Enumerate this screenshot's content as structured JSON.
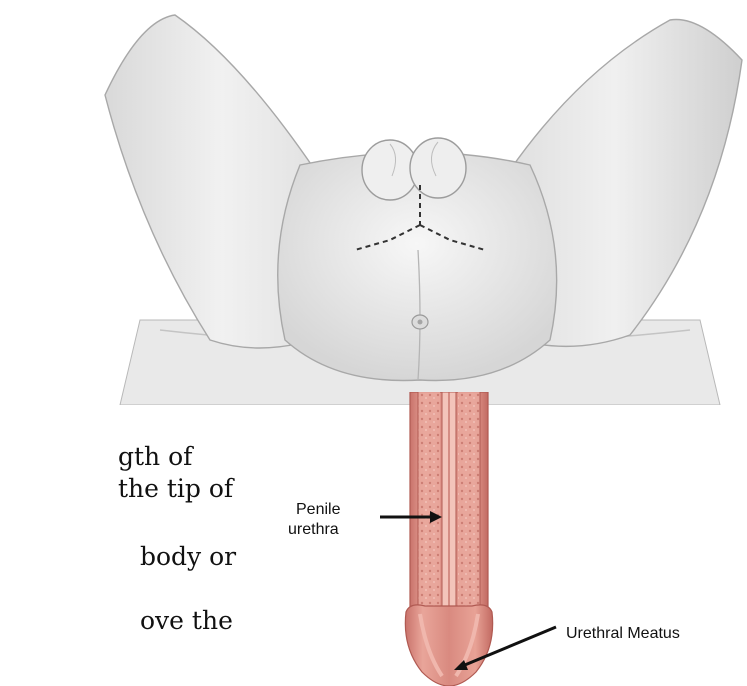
{
  "text_fragments": [
    "gth of",
    "the tip of",
    "body or",
    "ove the"
  ],
  "labels": {
    "penile_line1": "Penile",
    "penile_line2": "urethra",
    "meatus": "Urethral Meatus"
  }
}
